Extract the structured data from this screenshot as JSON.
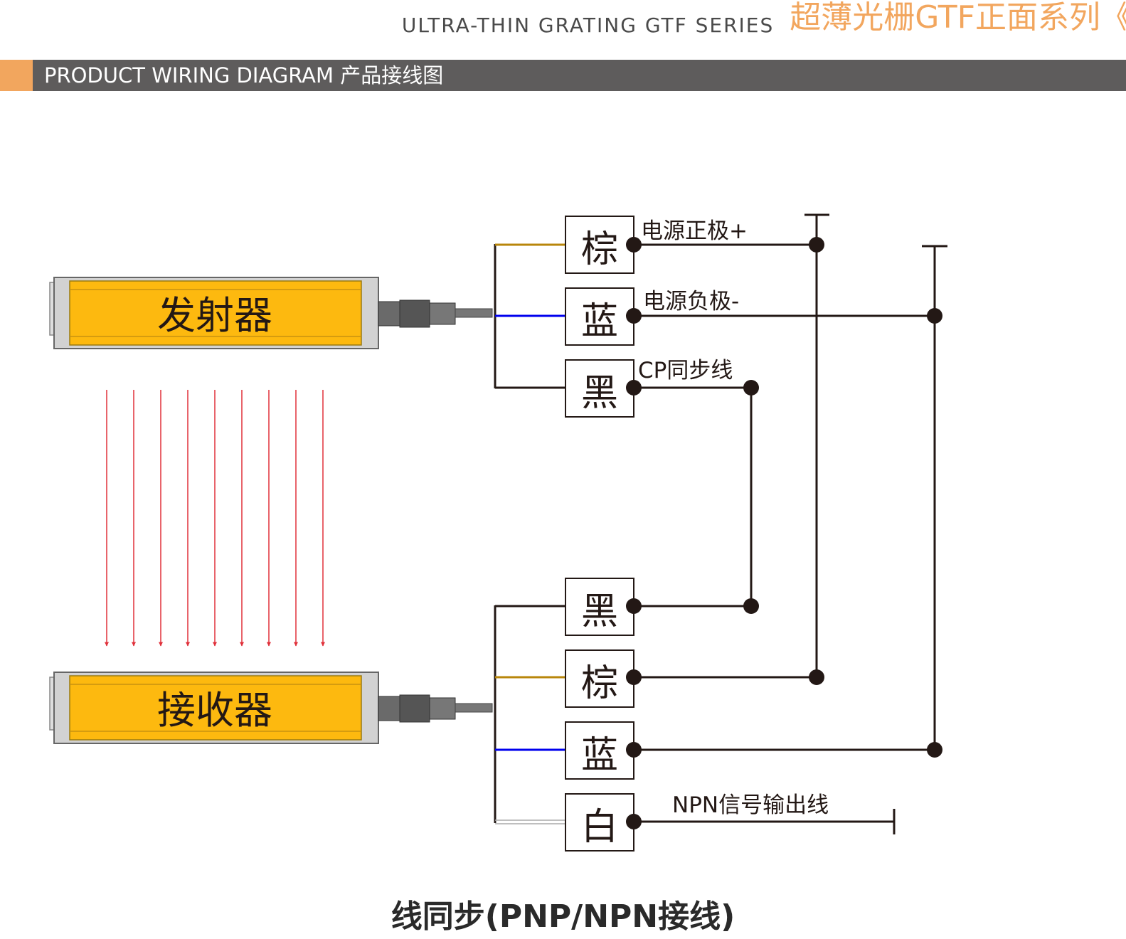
{
  "header": {
    "title_en": "ULTRA-THIN GRATING GTF SERIES",
    "title_cn": "超薄光栅GTF正面系列《",
    "section": "PRODUCT WIRING DIAGRAM 产品接线图"
  },
  "devices": {
    "emitter": "发射器",
    "receiver": "接收器"
  },
  "emitter_wires": [
    {
      "color_label": "棕",
      "signal": "电源正极+",
      "wire_color": "#b8860b"
    },
    {
      "color_label": "蓝",
      "signal": "电源负极-",
      "wire_color": "#0000ee"
    },
    {
      "color_label": "黑",
      "signal": "CP同步线",
      "wire_color": "#231815"
    }
  ],
  "receiver_wires": [
    {
      "color_label": "黑",
      "wire_color": "#231815"
    },
    {
      "color_label": "棕",
      "wire_color": "#b8860b"
    },
    {
      "color_label": "蓝",
      "wire_color": "#0000ee"
    },
    {
      "color_label": "白",
      "signal": "NPN信号输出线",
      "wire_color": "#bbbbbb"
    }
  ],
  "caption": "线同步(PNP/NPN接线)",
  "colors": {
    "accent": "#f2a65e",
    "band": "#5e5c5c",
    "device_body": "#fdb90f",
    "beam": "#e0303a",
    "line": "#231815"
  }
}
